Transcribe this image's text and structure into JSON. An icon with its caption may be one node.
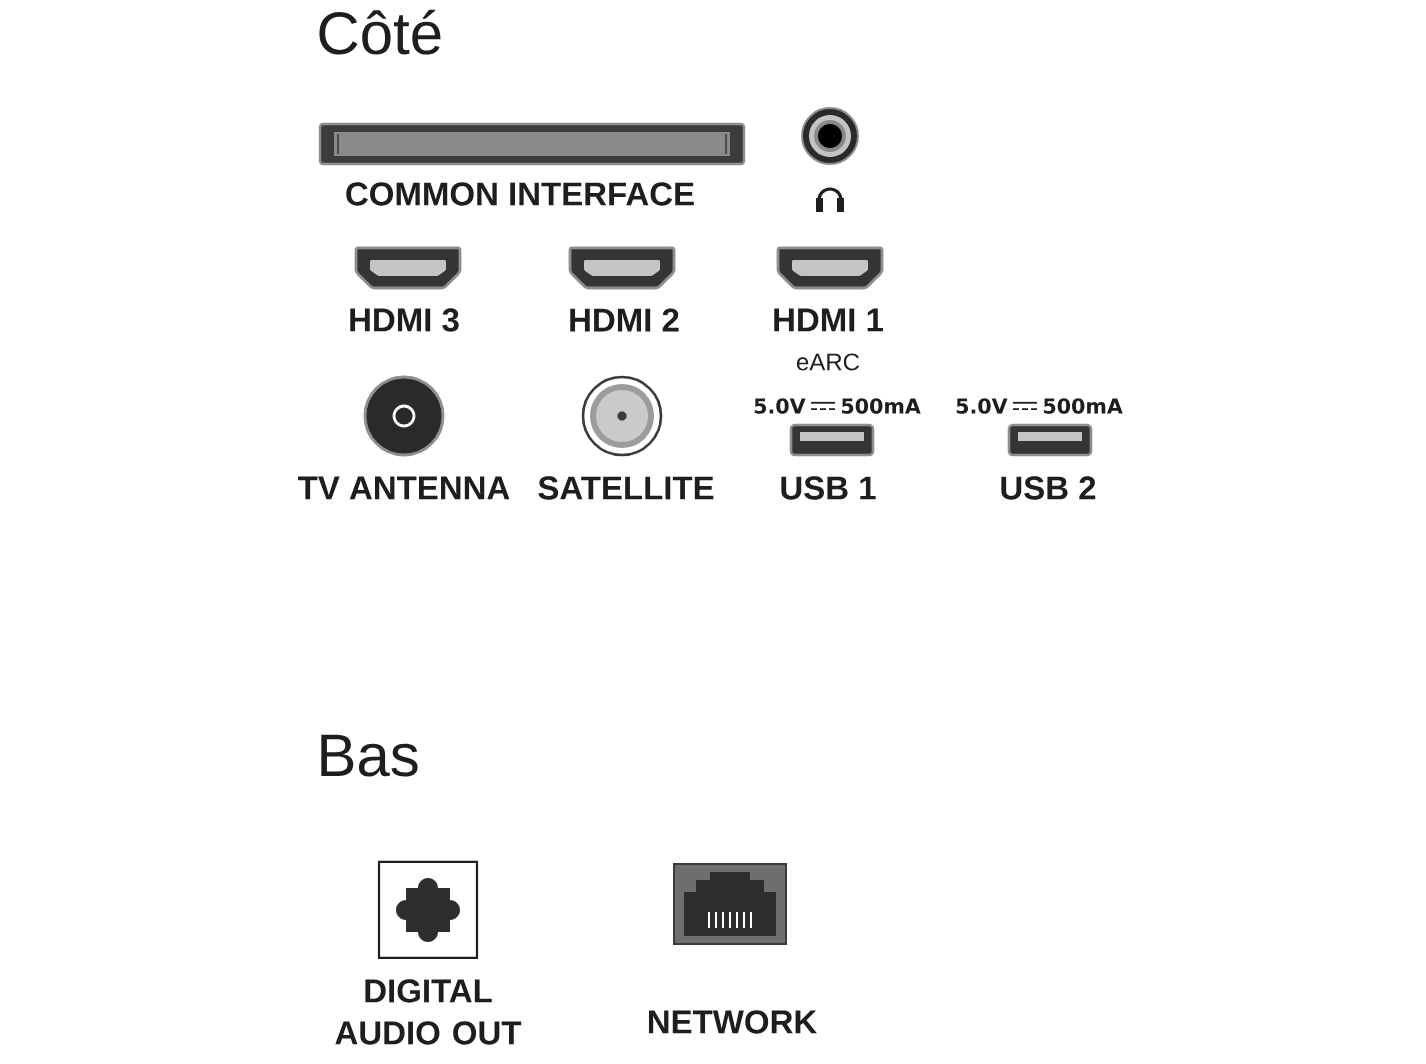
{
  "diagram": {
    "nodes": [
      {
        "text": [
          "COMMON INTERFACE"
        ]
      },
      {
        "text": [],
        "shape": "circle"
      },
      {
        "text": [
          "HDMI 3"
        ]
      },
      {
        "text": [
          "HDMI 2"
        ]
      },
      {
        "text": [
          "HDMI 1",
          "eARC"
        ]
      },
      {
        "text": [
          "TV ANTENNA"
        ]
      },
      {
        "text": [
          "SATELLITE"
        ]
      },
      {
        "text": [
          "USB 1"
        ],
        "beside": [
          "5.0V",
          "500mA"
        ]
      },
      {
        "text": [
          "USB 2"
        ],
        "beside": [
          "5.0V",
          "500mA"
        ]
      },
      {
        "text": [
          "DIGITAL AUDIO OUT"
        ]
      },
      {
        "text": [
          "NETWORK"
        ]
      }
    ],
    "labels": [
      "Côté",
      "Bas"
    ]
  }
}
